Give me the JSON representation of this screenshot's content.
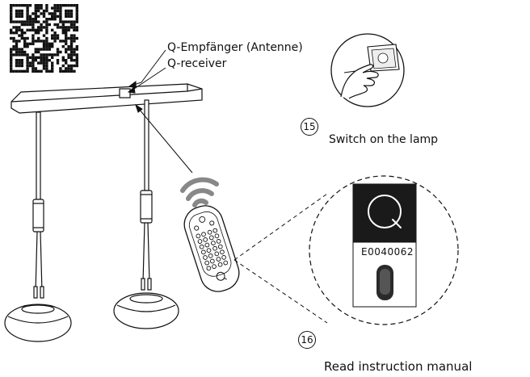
{
  "labels": {
    "receiver_de": "Q-Empfänger (Antenne)",
    "receiver_en": "Q-receiver",
    "remote_label": "Q"
  },
  "steps": [
    {
      "number": "15",
      "caption": "Switch on the lamp"
    },
    {
      "number": "16",
      "caption": "Read instruction manual"
    }
  ],
  "product": {
    "brand_logo": "Q",
    "code": "E0040062"
  }
}
